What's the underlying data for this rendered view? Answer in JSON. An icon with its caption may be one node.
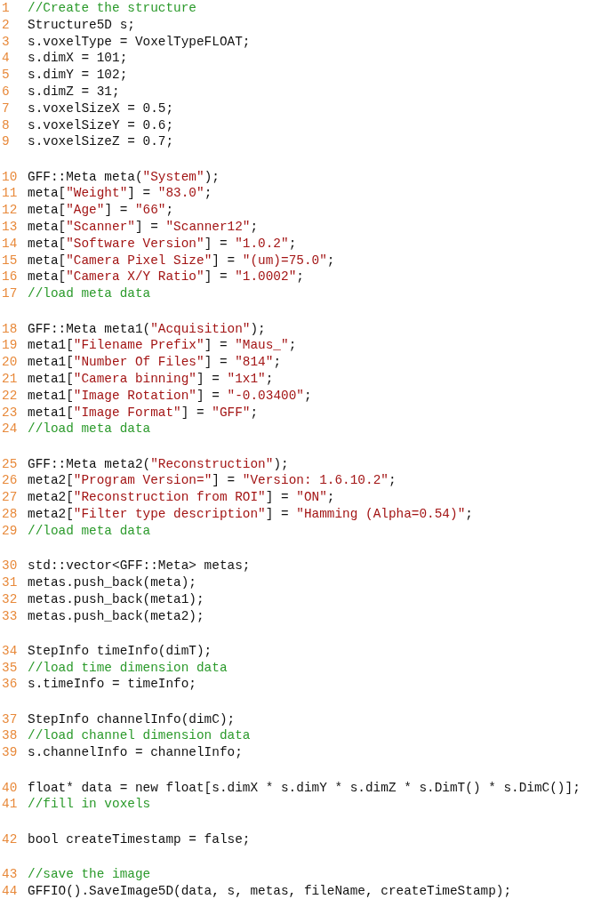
{
  "diagram": {
    "labels": [
      "1",
      "//Create the structure",
      "2",
      "Structure5D s;",
      "3",
      "s.voxelType = VoxelTypeFLOAT;",
      "4",
      "s.dimX = 101;",
      "5",
      "s.dimY = 102;",
      "6",
      "s.dimZ = 31;",
      "7",
      "s.voxelSizeX = 0.5;",
      "8",
      "s.voxelSizeY = 0.6;",
      "9",
      "s.voxelSizeZ = 0.7;",
      "10",
      "GFF::Meta meta(\"System\");",
      "11",
      "meta[\"Weight\"] = \"83.0\";",
      "12",
      "meta[\"Age\"] = \"66\";",
      "13",
      "meta[\"Scanner\"] = \"Scanner12\";",
      "14",
      "meta[\"Software Version\"] = \"1.0.2\";",
      "15",
      "meta[\"Camera Pixel Size\"] = \"(um)=75.0\";",
      "16",
      "meta[\"Camera X/Y Ratio\"] = \"1.0002\";",
      "17",
      "//load meta data",
      "18",
      "GFF::Meta meta1(\"Acquisition\");",
      "19",
      "meta1[\"Filename Prefix\"] = \"Maus_\";",
      "20",
      "meta1[\"Number Of Files\"] = \"814\";",
      "21",
      "meta1[\"Camera binning\"] = \"1x1\";",
      "22",
      "meta1[\"Image Rotation\"] = \"-0.03400\";",
      "23",
      "meta1[\"Image Format\"] = \"GFF\";",
      "24",
      "//load meta data",
      "25",
      "GFF::Meta meta2(\"Reconstruction\");",
      "26",
      "meta2[\"Program Version=\"] = \"Version: 1.6.10.2\";",
      "27",
      "meta2[\"Reconstruction from ROI\"] = \"ON\";",
      "28",
      "meta2[\"Filter type description\"] = \"Hamming (Alpha=0.54)\";",
      "29",
      "//load meta data",
      "30",
      "std::vector<GFF::Meta> metas;",
      "31",
      "metas.push_back(meta);",
      "32",
      "metas.push_back(meta1);",
      "33",
      "metas.push_back(meta2);",
      "34",
      "StepInfo timeInfo(dimT);",
      "35",
      "//load time dimension data",
      "36",
      "s.timeInfo = timeInfo;",
      "37",
      "StepInfo channelInfo(dimC);",
      "38",
      "//load channel dimension data",
      "39",
      "s.channelInfo = channelInfo;",
      "40",
      "float* data = new float[s.dimX * s.dimY * s.dimZ * s.DimT() * s.DimC()];",
      "41",
      "//fill in voxels",
      "42",
      "bool createTimestamp = false;",
      "43",
      "//save the image",
      "44",
      "GFFIO().SaveImage5D(data, s, metas, fileName, createTimeStamp);"
    ]
  }
}
